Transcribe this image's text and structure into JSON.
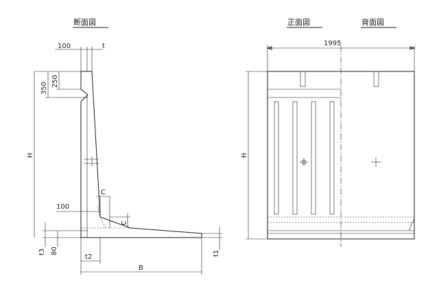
{
  "titles": {
    "section": "断面図",
    "front": "正面図",
    "back": "背面図"
  },
  "dimensions": {
    "top_100": "100",
    "t": "t",
    "d350": "350",
    "d250": "250",
    "H_left": "H",
    "c_upper": "C",
    "c_lower": "C",
    "mid_100": "100",
    "t3": "t3",
    "d80": "80",
    "t2": "t2",
    "B": "B",
    "t1": "t1",
    "width_1995": "1995",
    "H_right": "H"
  }
}
